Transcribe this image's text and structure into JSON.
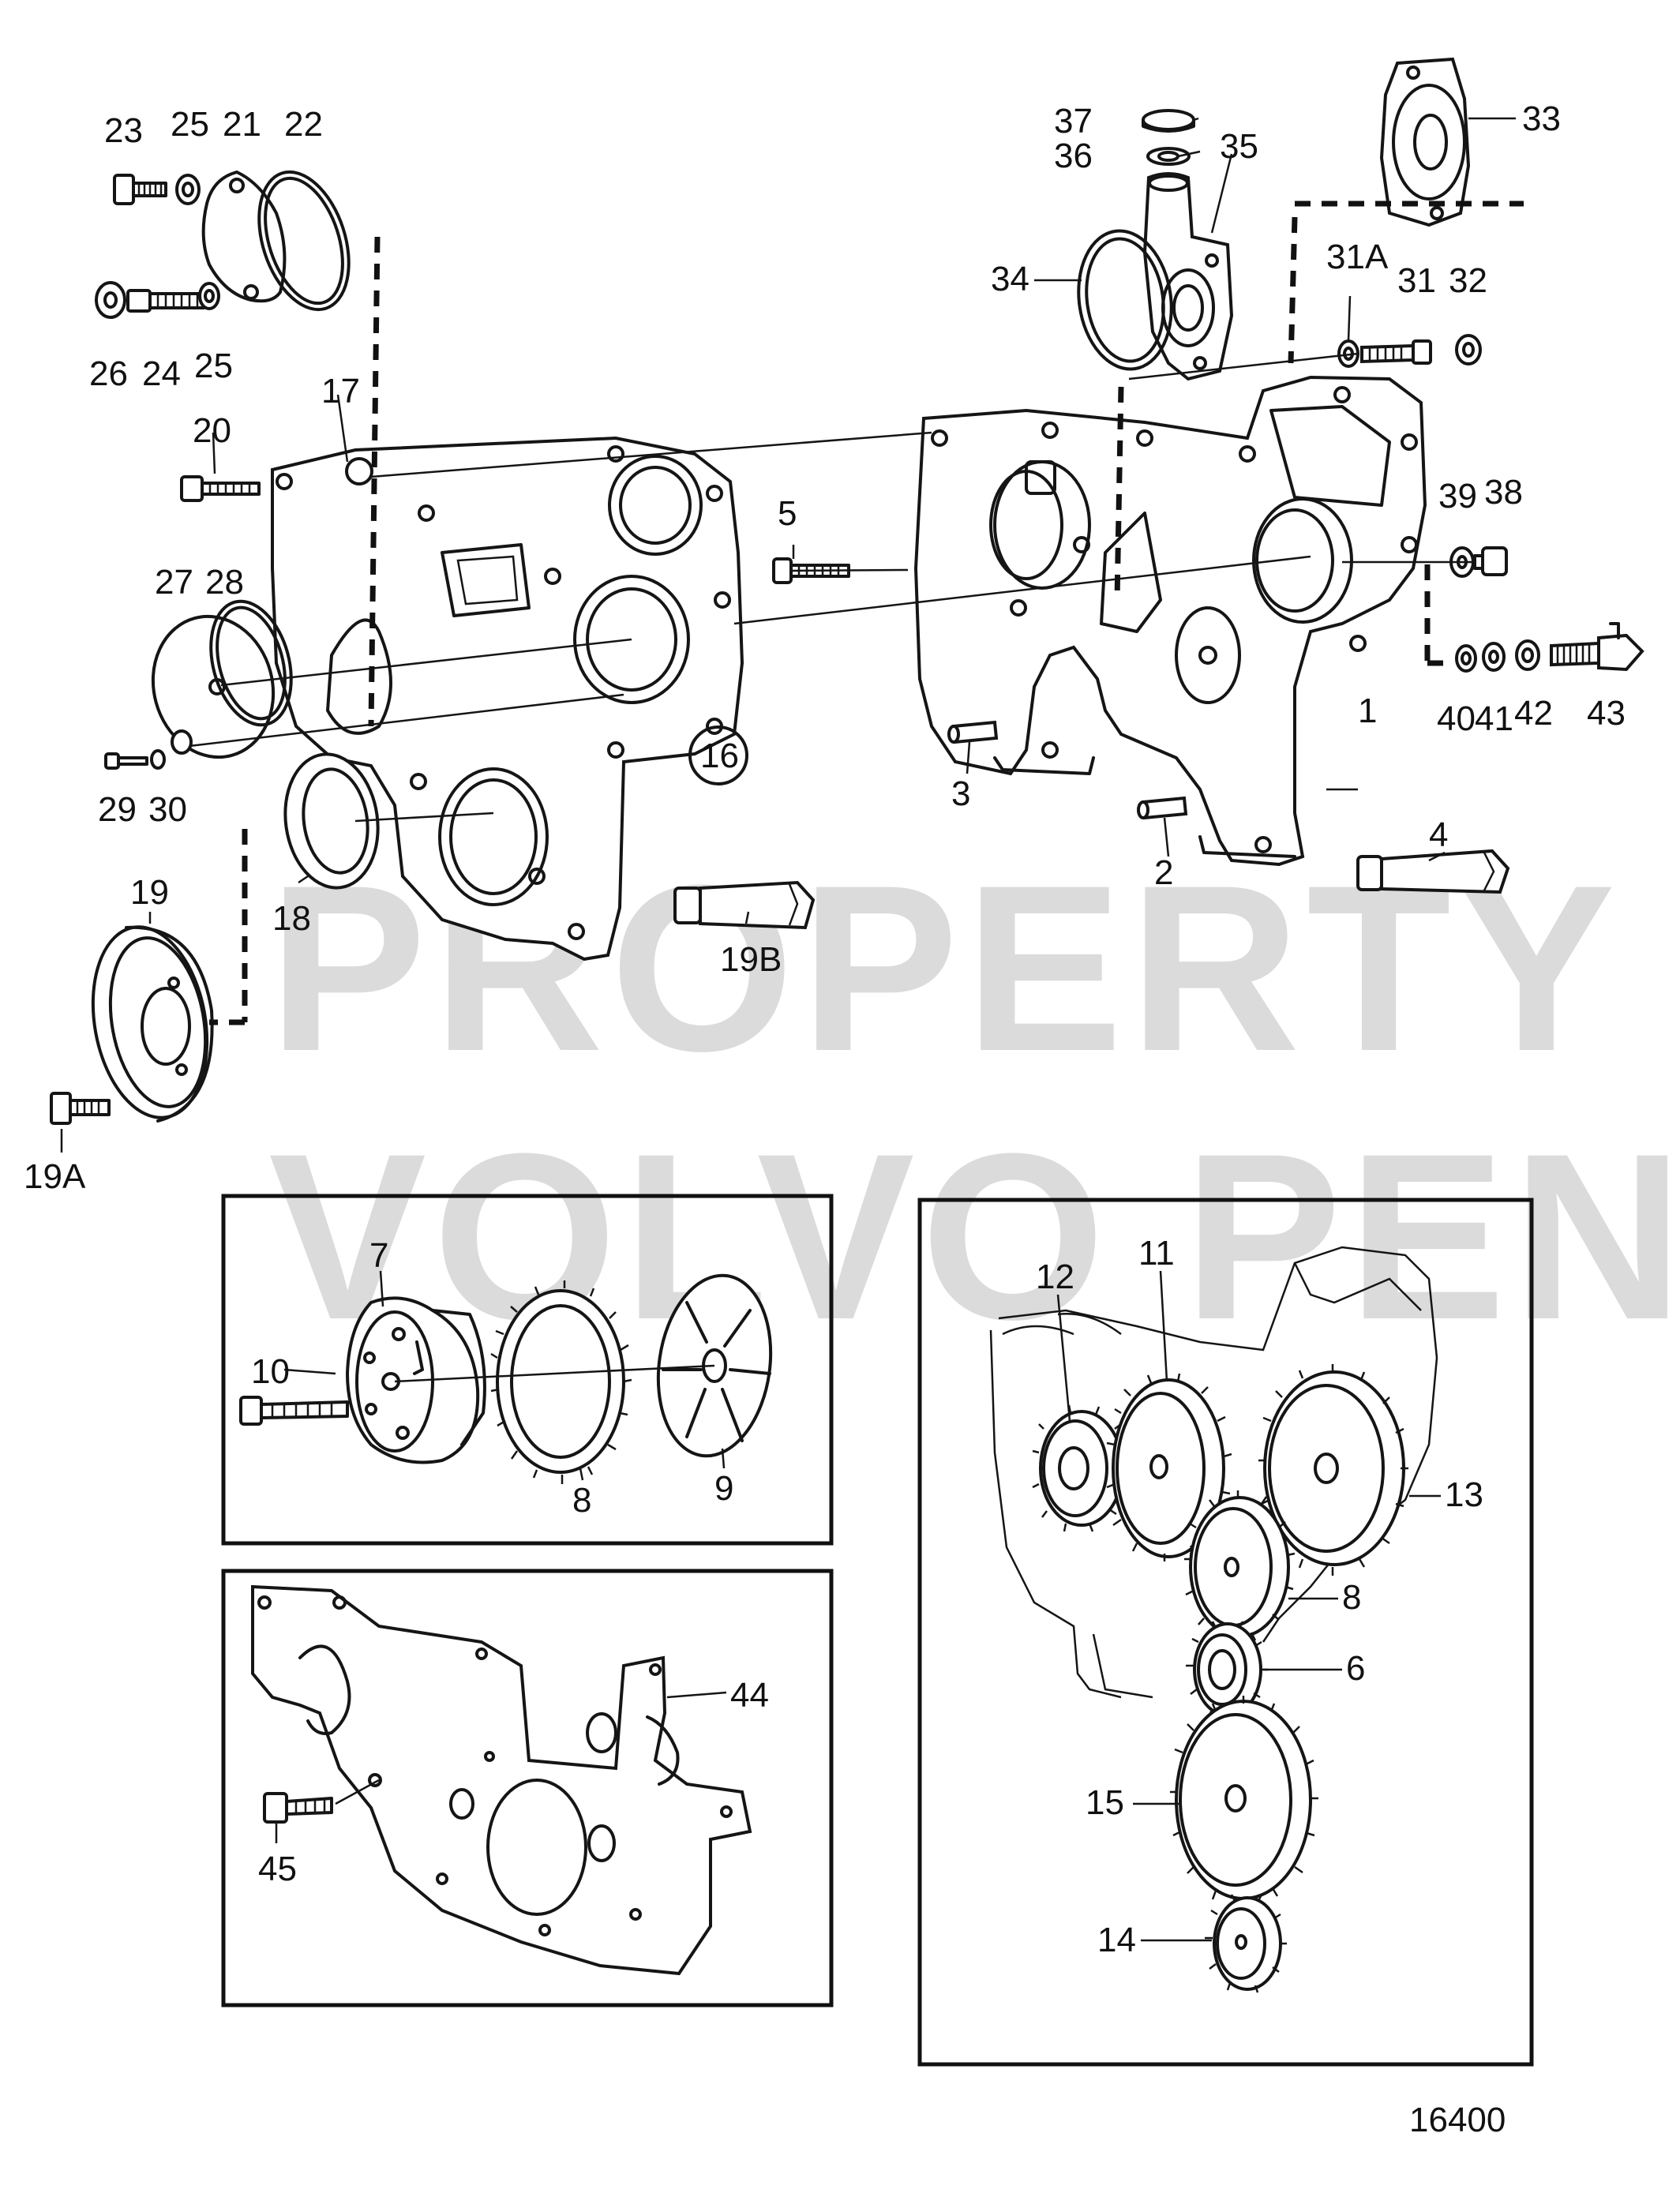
{
  "watermark": {
    "line1": "PROPERTY OF",
    "line2": "VOLVO PENTA"
  },
  "drawing_number": "16400",
  "callouts": {
    "c1": "1",
    "c2": "2",
    "c3": "3",
    "c4": "4",
    "c5": "5",
    "c6": "6",
    "c7": "7",
    "c8a": "8",
    "c8b": "8",
    "c9": "9",
    "c10": "10",
    "c11": "11",
    "c12": "12",
    "c13": "13",
    "c14": "14",
    "c15": "15",
    "c16": "16",
    "c17": "17",
    "c18": "18",
    "c19": "19",
    "c19a": "19A",
    "c19b": "19B",
    "c20": "20",
    "c21": "21",
    "c22": "22",
    "c23": "23",
    "c24": "24",
    "c25a": "25",
    "c25b": "25",
    "c26": "26",
    "c27": "27",
    "c28": "28",
    "c29": "29",
    "c30": "30",
    "c31": "31",
    "c31a": "31A",
    "c32": "32",
    "c33": "33",
    "c34": "34",
    "c35": "35",
    "c36": "36",
    "c37": "37",
    "c38": "38",
    "c39": "39",
    "c40": "40",
    "c41": "41",
    "c42": "42",
    "c43": "43",
    "c44": "44",
    "c45": "45"
  }
}
